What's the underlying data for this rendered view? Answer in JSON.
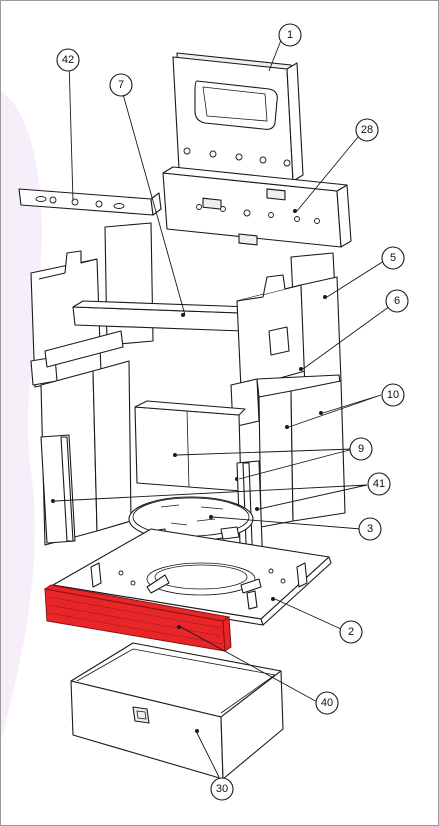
{
  "diagram": {
    "highlight_color": "#e8262a",
    "watermark_color": "#f6eef8",
    "callouts": [
      {
        "id": "1",
        "label": "1"
      },
      {
        "id": "42",
        "label": "42"
      },
      {
        "id": "7",
        "label": "7"
      },
      {
        "id": "28",
        "label": "28"
      },
      {
        "id": "5",
        "label": "5"
      },
      {
        "id": "6",
        "label": "6"
      },
      {
        "id": "10",
        "label": "10"
      },
      {
        "id": "9",
        "label": "9"
      },
      {
        "id": "41",
        "label": "41"
      },
      {
        "id": "3",
        "label": "3"
      },
      {
        "id": "2",
        "label": "2"
      },
      {
        "id": "40",
        "label": "40"
      },
      {
        "id": "30",
        "label": "30"
      }
    ]
  }
}
